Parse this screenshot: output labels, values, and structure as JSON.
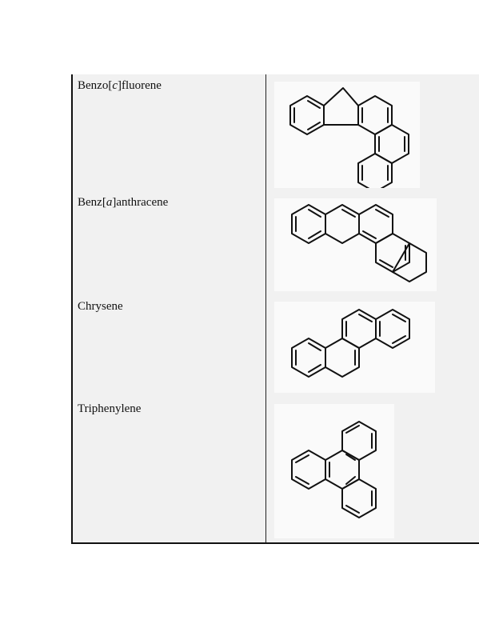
{
  "compounds": [
    {
      "name_pre": "Benzo[",
      "name_ital": "c",
      "name_post": "]fluorene",
      "structure": "benzo-c-fluorene"
    },
    {
      "name_pre": "Benz[",
      "name_ital": "a",
      "name_post": "]anthracene",
      "structure": "benz-a-anthracene"
    },
    {
      "name_pre": "Chrysene",
      "name_ital": "",
      "name_post": "",
      "structure": "chrysene"
    },
    {
      "name_pre": "Triphenylene",
      "name_ital": "",
      "name_post": "",
      "structure": "triphenylene"
    }
  ],
  "colors": {
    "cell_bg": "#f1f1f1",
    "structure_bg": "#fafafa",
    "ink": "#111111"
  }
}
